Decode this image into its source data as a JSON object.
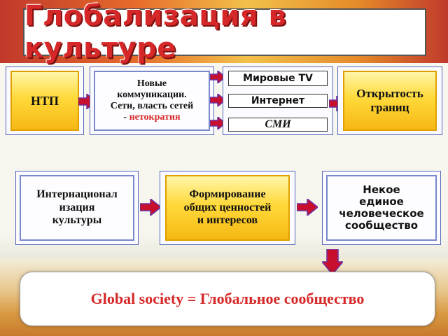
{
  "title": "Глобализация в культуре",
  "row1": {
    "ntp": "НТП",
    "communications_line1": "Новые",
    "communications_line2": "коммуникации.",
    "communications_line3": "Сети, власть сетей",
    "communications_prefix": "- ",
    "communications_highlight": "нетократия",
    "world_tv": "Мировые TV",
    "internet": "Интернет",
    "smi": "СМИ",
    "openness_line1": "Открытость",
    "openness_line2": "границ"
  },
  "row2": {
    "internationalization_line1": "Интернационал",
    "internationalization_line2": "изация",
    "internationalization_line3": "культуры",
    "values_line1": "Формирование",
    "values_line2": "общих ценностей",
    "values_line3": "и интересов",
    "community_line1": "Некое",
    "community_line2": "единое",
    "community_line3": "человеческое",
    "community_line4": "сообщество"
  },
  "global_society": "Global society = Глобальное сообщество",
  "colors": {
    "title_red": "#d62828",
    "yellow": "#ffd93a",
    "arrow_red": "#c8102e",
    "arrow_purple": "#6b2fa0"
  }
}
